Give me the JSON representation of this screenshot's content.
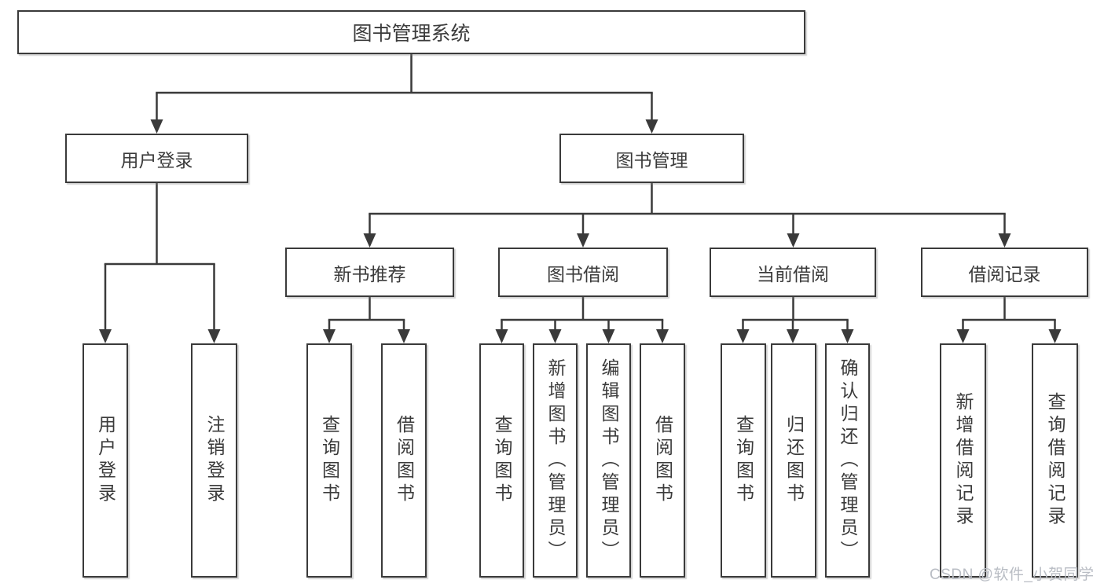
{
  "diagram_title": "图书管理系统",
  "tree": {
    "label": "图书管理系统",
    "children": [
      {
        "label": "用户登录",
        "children": [
          {
            "label": "用户登录"
          },
          {
            "label": "注销登录"
          }
        ]
      },
      {
        "label": "图书管理",
        "children": [
          {
            "label": "新书推荐",
            "children": [
              {
                "label": "查询图书"
              },
              {
                "label": "借阅图书"
              }
            ]
          },
          {
            "label": "图书借阅",
            "children": [
              {
                "label": "查询图书"
              },
              {
                "label": "新增图书（管理员）"
              },
              {
                "label": "编辑图书（管理员）"
              },
              {
                "label": "借阅图书"
              }
            ]
          },
          {
            "label": "当前借阅",
            "children": [
              {
                "label": "查询图书"
              },
              {
                "label": "归还图书"
              },
              {
                "label": "确认归还（管理员）"
              }
            ]
          },
          {
            "label": "借阅记录",
            "children": [
              {
                "label": "新增借阅记录"
              },
              {
                "label": "查询借阅记录"
              }
            ]
          }
        ]
      }
    ]
  },
  "watermark": {
    "text": "CSDN @软件_小贺同学"
  },
  "colors": {
    "line": "#3a3a3a",
    "text": "#3b3b3b",
    "background": "#ffffff",
    "watermark": "#b9bdc4"
  }
}
